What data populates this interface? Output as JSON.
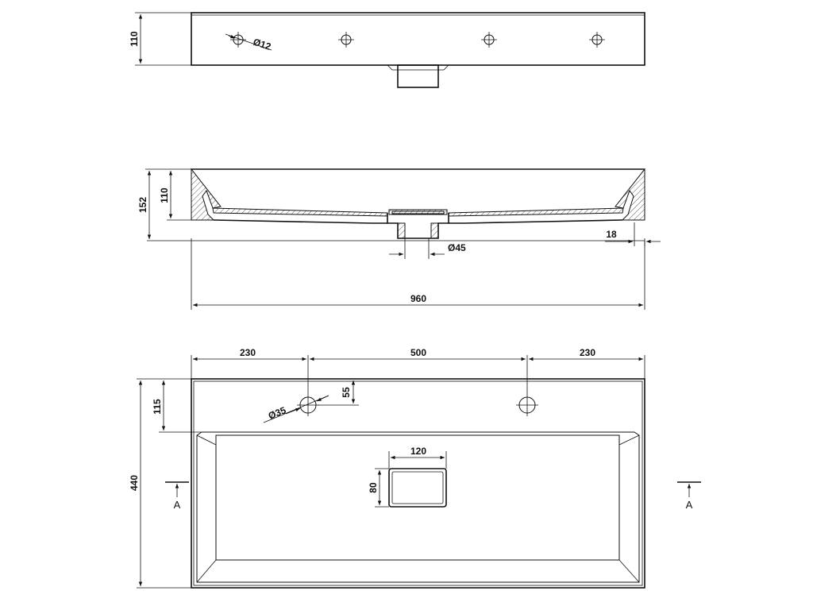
{
  "dimensions": {
    "top_height": "110",
    "hole_top": "Ø12",
    "section_total_height": "152",
    "section_basin_depth": "110",
    "drain_diameter": "Ø45",
    "rim_thickness": "18",
    "overall_width": "960",
    "left_offset": "230",
    "hole_spacing": "500",
    "right_offset": "230",
    "hole_to_edge": "55",
    "hole_plan": "Ø35",
    "deck_depth": "115",
    "overall_depth": "440",
    "drain_width": "120",
    "drain_height": "80"
  },
  "section_marks": {
    "left": "A",
    "right": "A"
  }
}
